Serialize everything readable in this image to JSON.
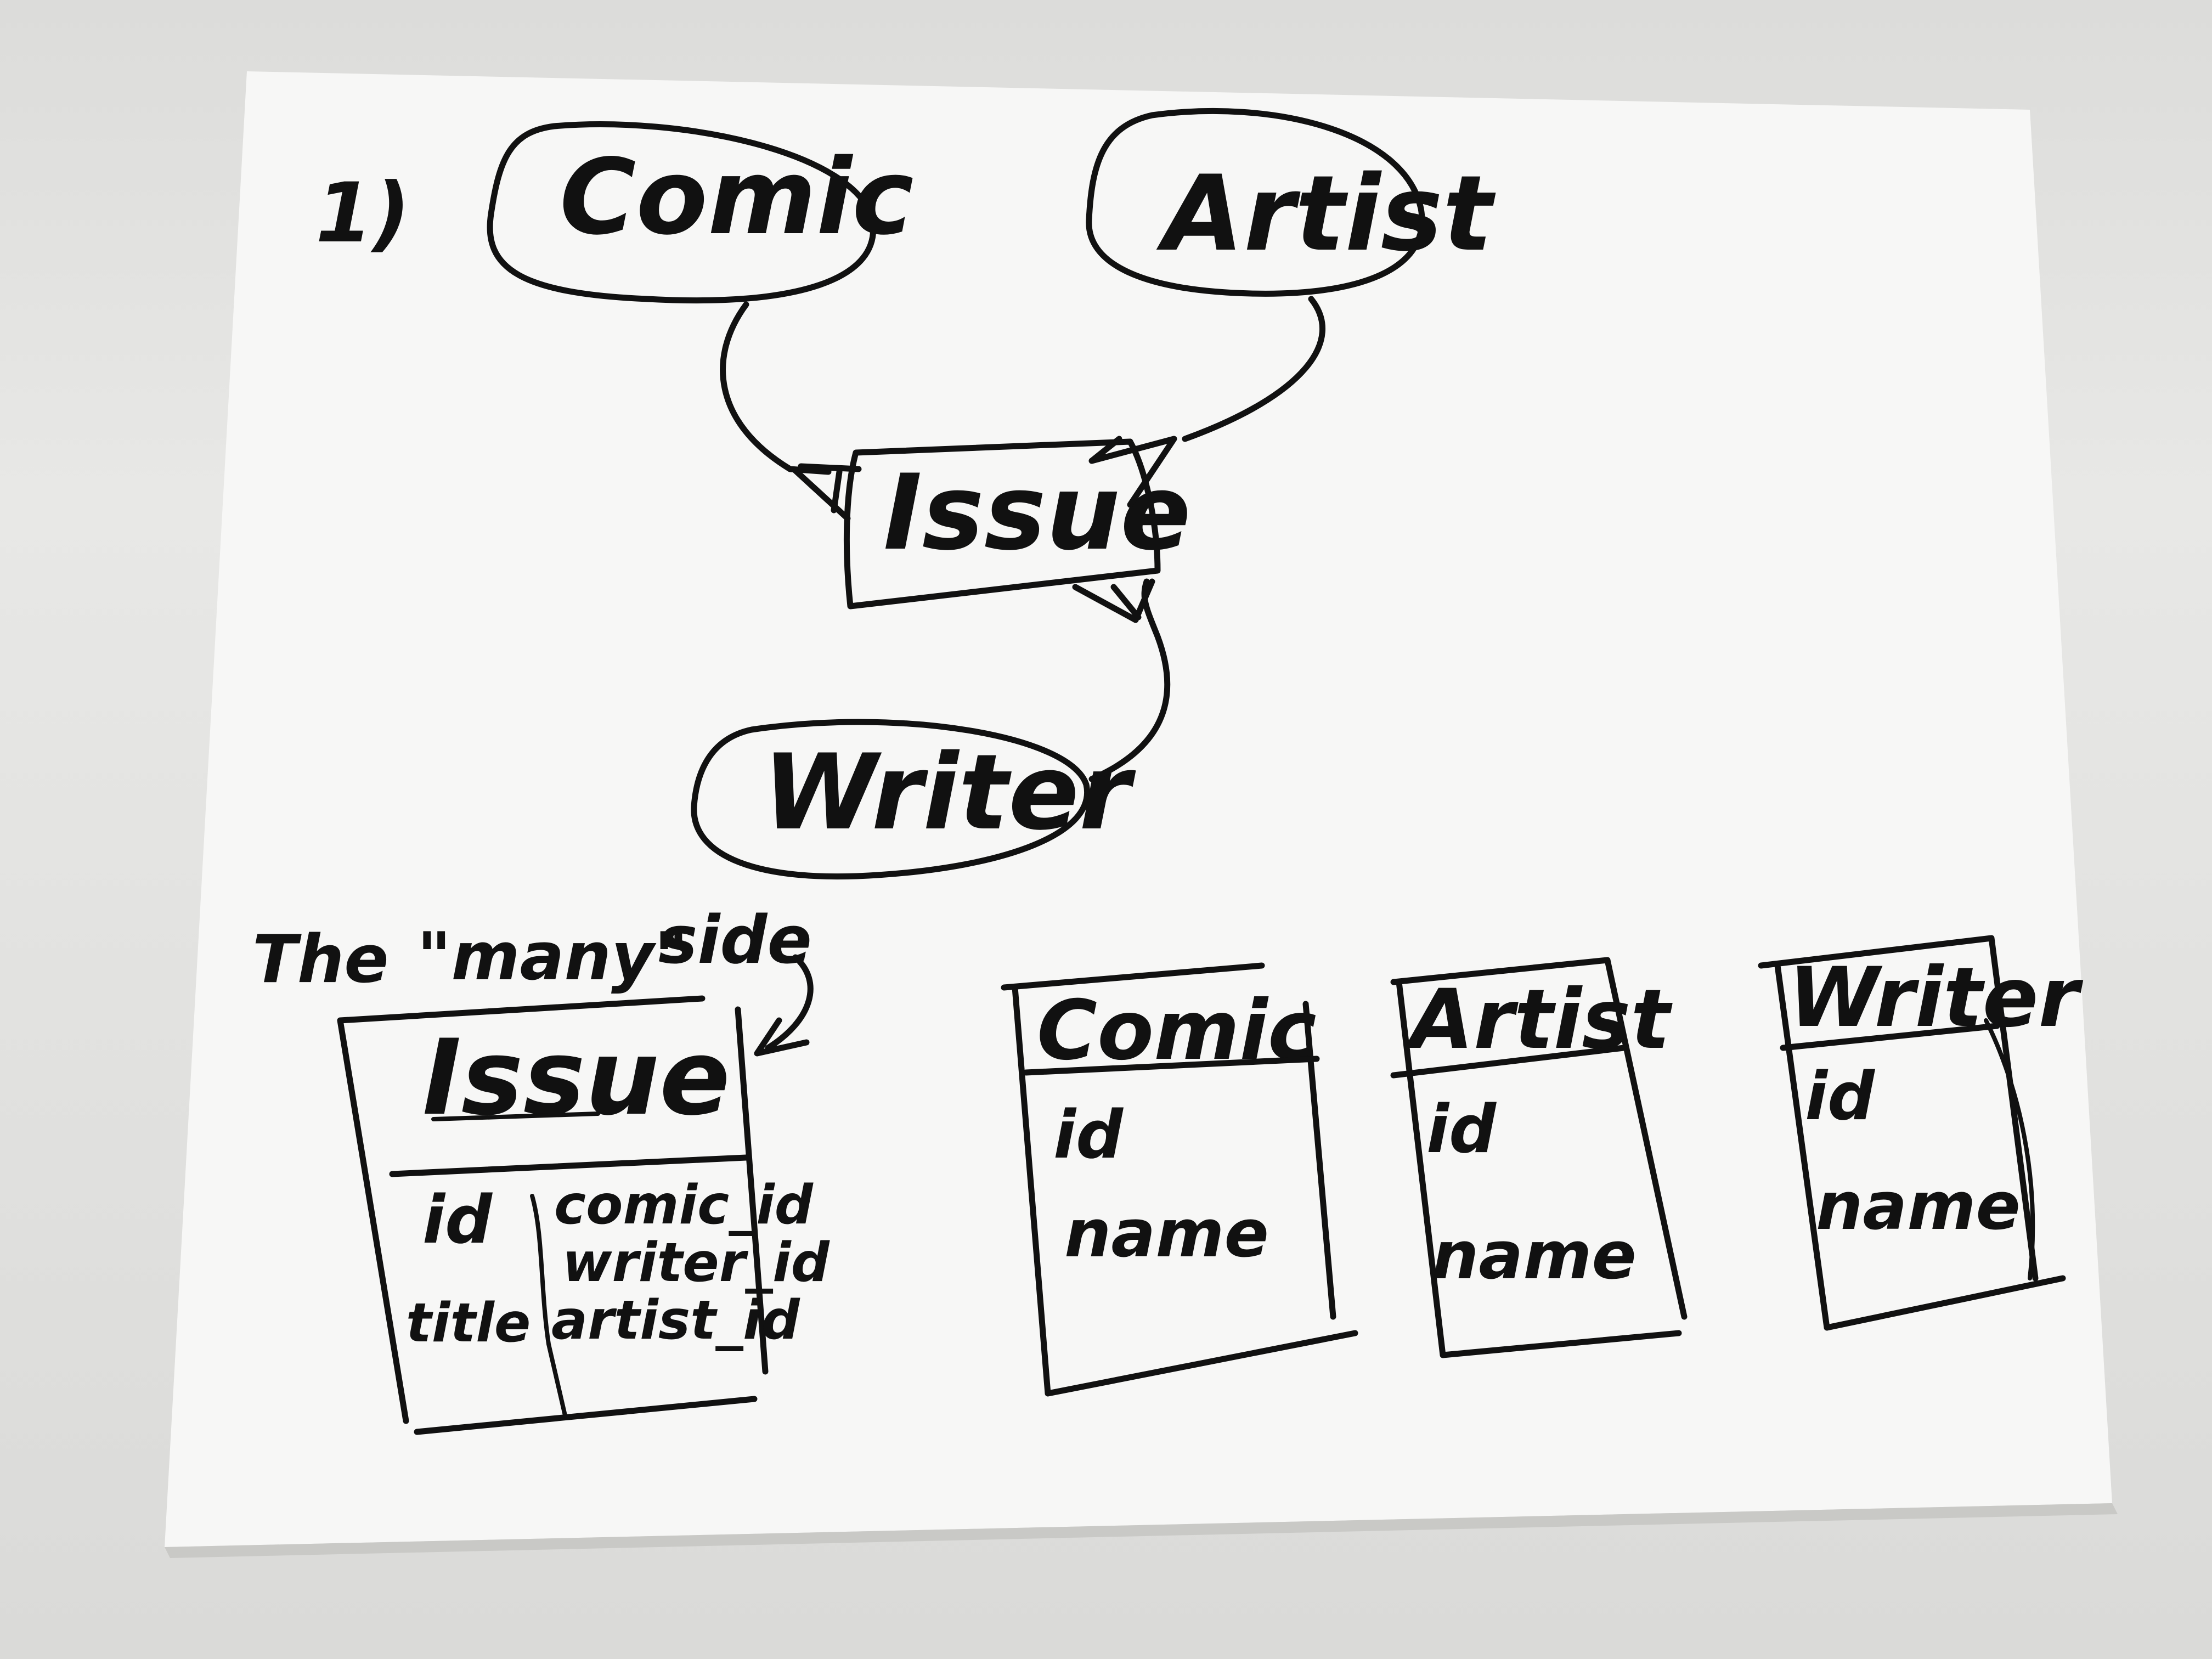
{
  "number_label": "1)",
  "er_diagram": {
    "entities": [
      {
        "key": "comic",
        "label": "Comic"
      },
      {
        "key": "artist",
        "label": "Artist"
      },
      {
        "key": "issue",
        "label": "Issue"
      },
      {
        "key": "writer",
        "label": "Writer"
      }
    ]
  },
  "annotation": {
    "text_part1": "The",
    "text_many": "\"many\"",
    "text_part2": "side"
  },
  "tables": {
    "issue": {
      "title": "Issue",
      "left_fields": [
        "id",
        "title"
      ],
      "right_fields": [
        "comic_id",
        "writer_id",
        "artist_id"
      ]
    },
    "comic": {
      "title": "Comic",
      "fields": [
        "id",
        "name"
      ]
    },
    "artist": {
      "title": "Artist",
      "fields": [
        "id",
        "name"
      ]
    },
    "writer": {
      "title": "Writer",
      "fields": [
        "id",
        "name"
      ]
    }
  }
}
